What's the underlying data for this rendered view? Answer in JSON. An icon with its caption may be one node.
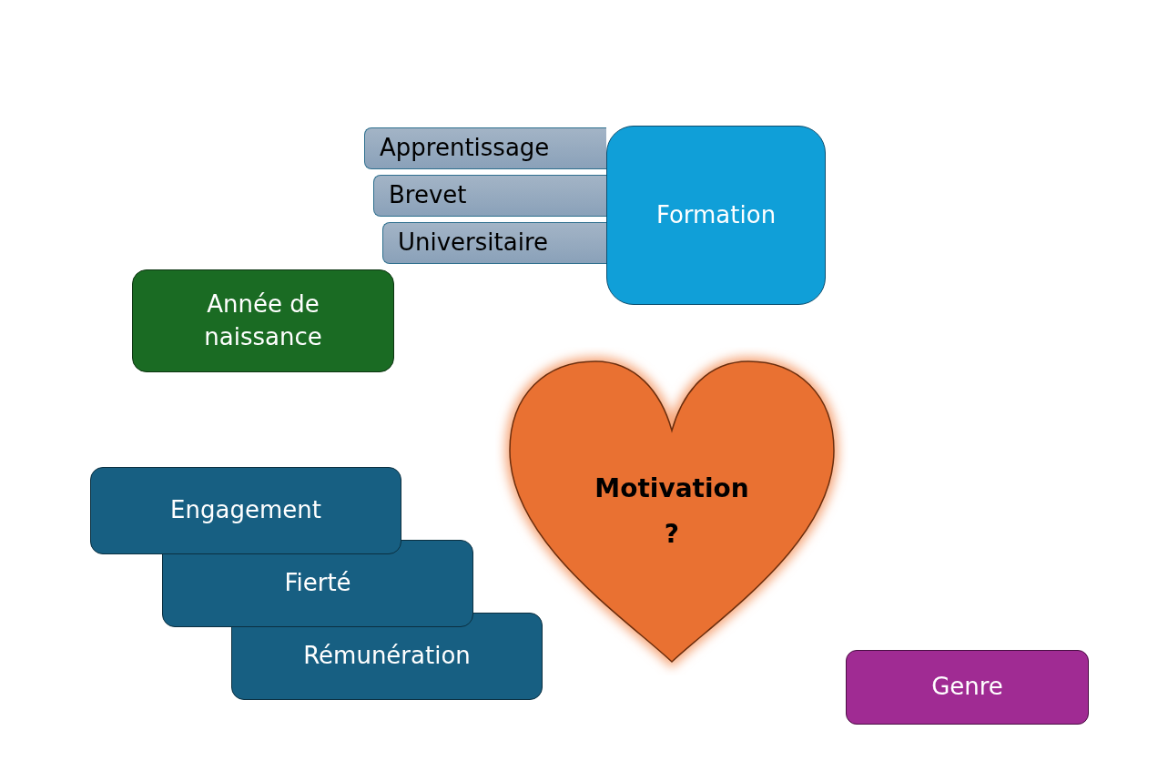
{
  "diagram": {
    "nodes": [
      {
        "text": [
          "Apprentissage"
        ]
      },
      {
        "text": [
          "Brevet"
        ]
      },
      {
        "text": [
          "Universitaire"
        ]
      },
      {
        "text": [
          "Formation"
        ]
      },
      {
        "text": [
          "Année de naissance"
        ]
      },
      {
        "text": [
          "Motivation ?"
        ]
      },
      {
        "text": [
          "Engagement"
        ]
      },
      {
        "text": [
          "Fierté"
        ]
      },
      {
        "text": [
          "Rémunération"
        ]
      },
      {
        "text": [
          "Genre"
        ]
      }
    ]
  }
}
